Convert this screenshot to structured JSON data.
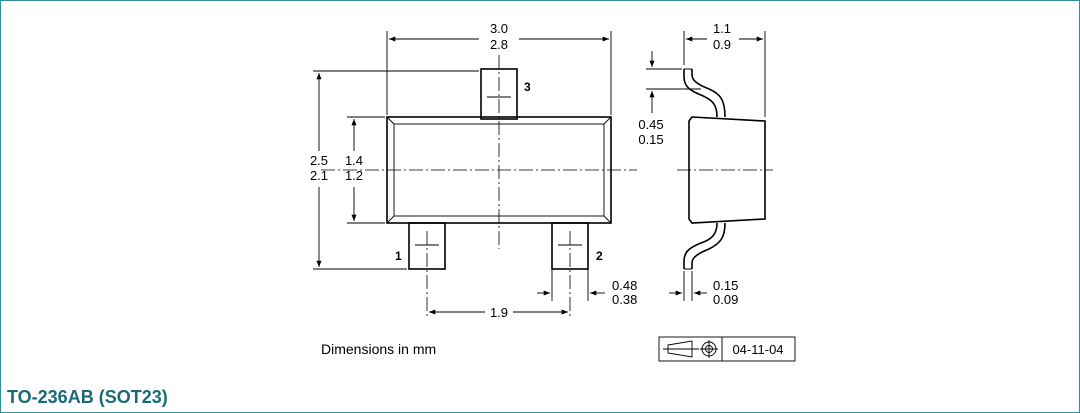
{
  "title": "TO-236AB (SOT23)",
  "note": "Dimensions in mm",
  "revision_date": "04-11-04",
  "pins": {
    "pin1": "1",
    "pin2": "2",
    "pin3": "3"
  },
  "dimensions": {
    "body_length_max": "3.0",
    "body_length_min": "2.8",
    "overall_width_max": "2.5",
    "overall_width_min": "2.1",
    "body_width_max": "1.4",
    "body_width_min": "1.2",
    "lead_pitch": "1.9",
    "lead_width_max": "0.48",
    "lead_width_min": "0.38",
    "standoff_max": "0.45",
    "standoff_min": "0.15",
    "height_max": "1.1",
    "height_min": "0.9",
    "lead_thickness_max": "0.15",
    "lead_thickness_min": "0.09"
  },
  "colors": {
    "title": "#1a6a7a",
    "frame": "#2f8f9a",
    "lines": "#000000"
  },
  "icons": {
    "projection_symbol": "third-angle-projection-icon"
  }
}
